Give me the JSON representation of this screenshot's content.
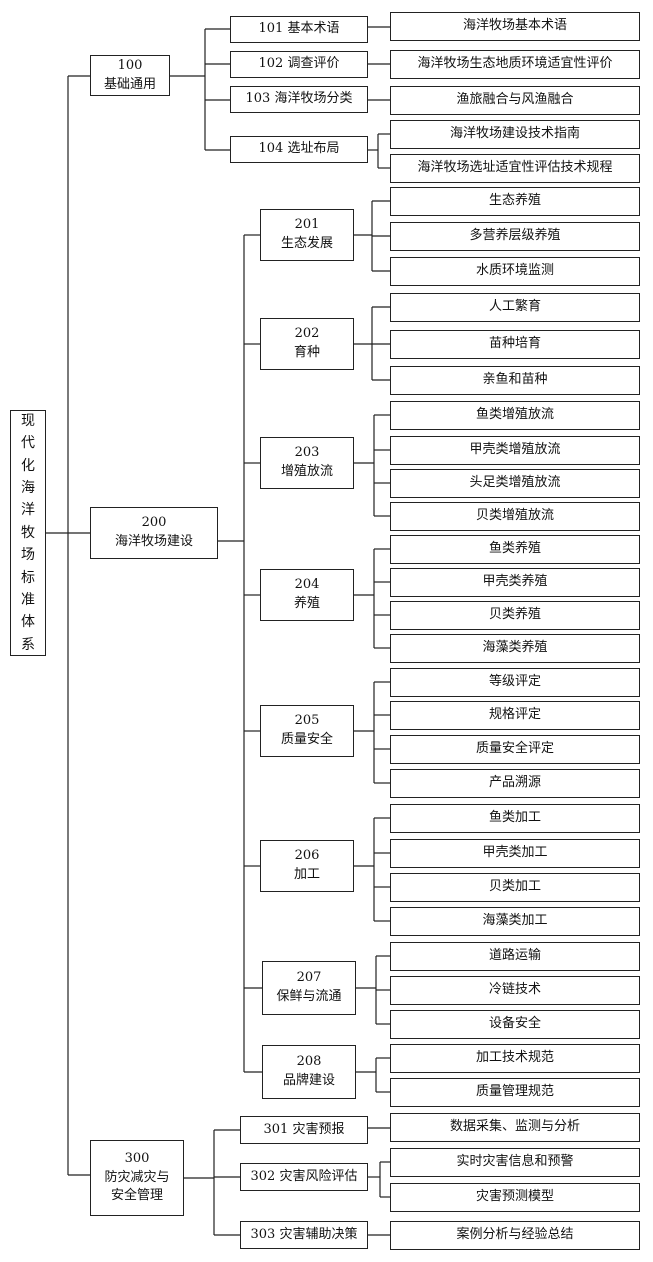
{
  "root": {
    "label": "现\n代\n化\n海\n洋\n牧\n场\n标\n准\n体\n系"
  },
  "groups": [
    {
      "label": "100\n基础通用",
      "children": [
        {
          "label": "101 基本术语",
          "leaves": [
            "海洋牧场基本术语"
          ]
        },
        {
          "label": "102 调查评价",
          "leaves": [
            "海洋牧场生态地质环境适宜性评价"
          ]
        },
        {
          "label": "103 海洋牧场分类",
          "leaves": [
            "渔旅融合与风渔融合"
          ]
        },
        {
          "label": "104 选址布局",
          "leaves": [
            "海洋牧场建设技术指南",
            "海洋牧场选址适宜性评估技术规程"
          ]
        }
      ]
    },
    {
      "label": "200\n海洋牧场建设",
      "children": [
        {
          "label": "201\n生态发展",
          "leaves": [
            "生态养殖",
            "多营养层级养殖",
            "水质环境监测"
          ]
        },
        {
          "label": "202\n育种",
          "leaves": [
            "人工繁育",
            "苗种培育",
            "亲鱼和苗种"
          ]
        },
        {
          "label": "203\n增殖放流",
          "leaves": [
            "鱼类增殖放流",
            "甲壳类增殖放流",
            "头足类增殖放流",
            "贝类增殖放流"
          ]
        },
        {
          "label": "204\n养殖",
          "leaves": [
            "鱼类养殖",
            "甲壳类养殖",
            "贝类养殖",
            "海藻类养殖"
          ]
        },
        {
          "label": "205\n质量安全",
          "leaves": [
            "等级评定",
            "规格评定",
            "质量安全评定",
            "产品溯源"
          ]
        },
        {
          "label": "206\n加工",
          "leaves": [
            "鱼类加工",
            "甲壳类加工",
            "贝类加工",
            "海藻类加工"
          ]
        },
        {
          "label": "207\n保鲜与流通",
          "leaves": [
            "道路运输",
            "冷链技术",
            "设备安全"
          ]
        },
        {
          "label": "208\n品牌建设",
          "leaves": [
            "加工技术规范",
            "质量管理规范"
          ]
        }
      ]
    },
    {
      "label": "300\n防灾减灾与\n安全管理",
      "children": [
        {
          "label": "301 灾害预报",
          "leaves": [
            "数据采集、监测与分析"
          ]
        },
        {
          "label": "302 灾害风险评估",
          "leaves": [
            "实时灾害信息和预警",
            "灾害预测模型"
          ]
        },
        {
          "label": "303 灾害辅助决策",
          "leaves": [
            "案例分析与经验总结"
          ]
        }
      ]
    }
  ]
}
